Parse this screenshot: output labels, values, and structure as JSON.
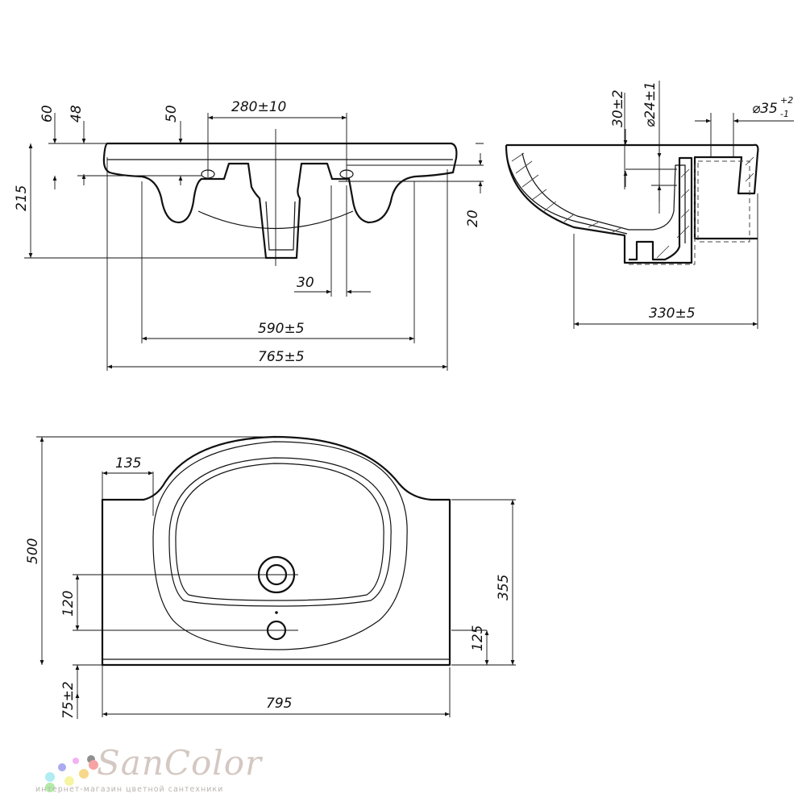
{
  "front_view": {
    "dims": {
      "d60": "60",
      "d48": "48",
      "d50": "50",
      "d280": "280±10",
      "d215": "215",
      "d20": "20",
      "d30": "30",
      "d590": "590±5",
      "d765": "765±5"
    }
  },
  "side_view": {
    "dims": {
      "d30_2": "30±2",
      "d24": "⌀24±1",
      "d35": "⌀35",
      "d35_upper": "+2",
      "d35_lower": "-1",
      "d330": "330±5"
    }
  },
  "top_view": {
    "dims": {
      "d135": "135",
      "d500": "500",
      "d120": "120",
      "d355": "355",
      "d125": "125",
      "d75": "75±2",
      "d795": "795"
    }
  },
  "logo": {
    "name": "SanColor",
    "tagline": "интернет-магазин цветной сантехники",
    "colors": [
      "#9aa0e8",
      "#f2a6f0",
      "#8a8a8a",
      "#f59a9a",
      "#a8e8ef",
      "#f5d07a",
      "#f5f59a",
      "#a6e89a"
    ]
  }
}
